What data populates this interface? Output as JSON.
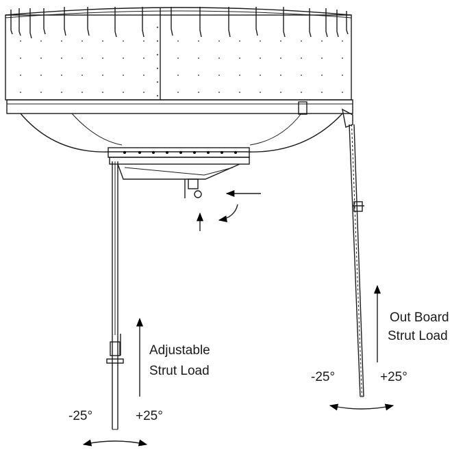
{
  "labels": {
    "adjustable_line1": "Adjustable",
    "adjustable_line2": "Strut Load",
    "left_neg_angle": "-25°",
    "left_pos_angle": "+25°",
    "outboard_line1": "Out Board",
    "outboard_line2": "Strut Load",
    "right_neg_angle": "-25°",
    "right_pos_angle": "+25°"
  }
}
